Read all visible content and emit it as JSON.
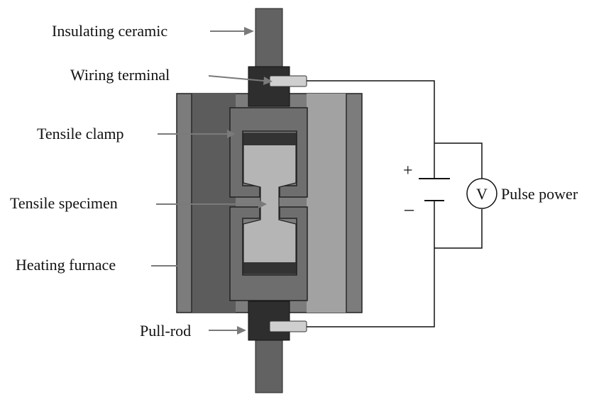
{
  "diagram": {
    "labels": {
      "insulating_ceramic": "Insulating ceramic",
      "wiring_terminal": "Wiring terminal",
      "tensile_clamp": "Tensile clamp",
      "tensile_specimen": "Tensile specimen",
      "heating_furnace": "Heating furnace",
      "pull_rod": "Pull-rod",
      "pulse_power": "Pulse power"
    },
    "symbols": {
      "plus": "+",
      "minus": "–",
      "voltmeter": "V"
    }
  },
  "colors": {
    "furnace_outer": "#7c7c7c",
    "furnace_mid": "#5c5c5c",
    "furnace_light": "#a2a2a2",
    "clamp": "#6e6e6e",
    "specimen": "#b5b5b5",
    "grip_dark": "#333333",
    "rod": "#626262",
    "terminal_block": "#2e2e2e",
    "terminal_pin": "#cfcfcf"
  }
}
